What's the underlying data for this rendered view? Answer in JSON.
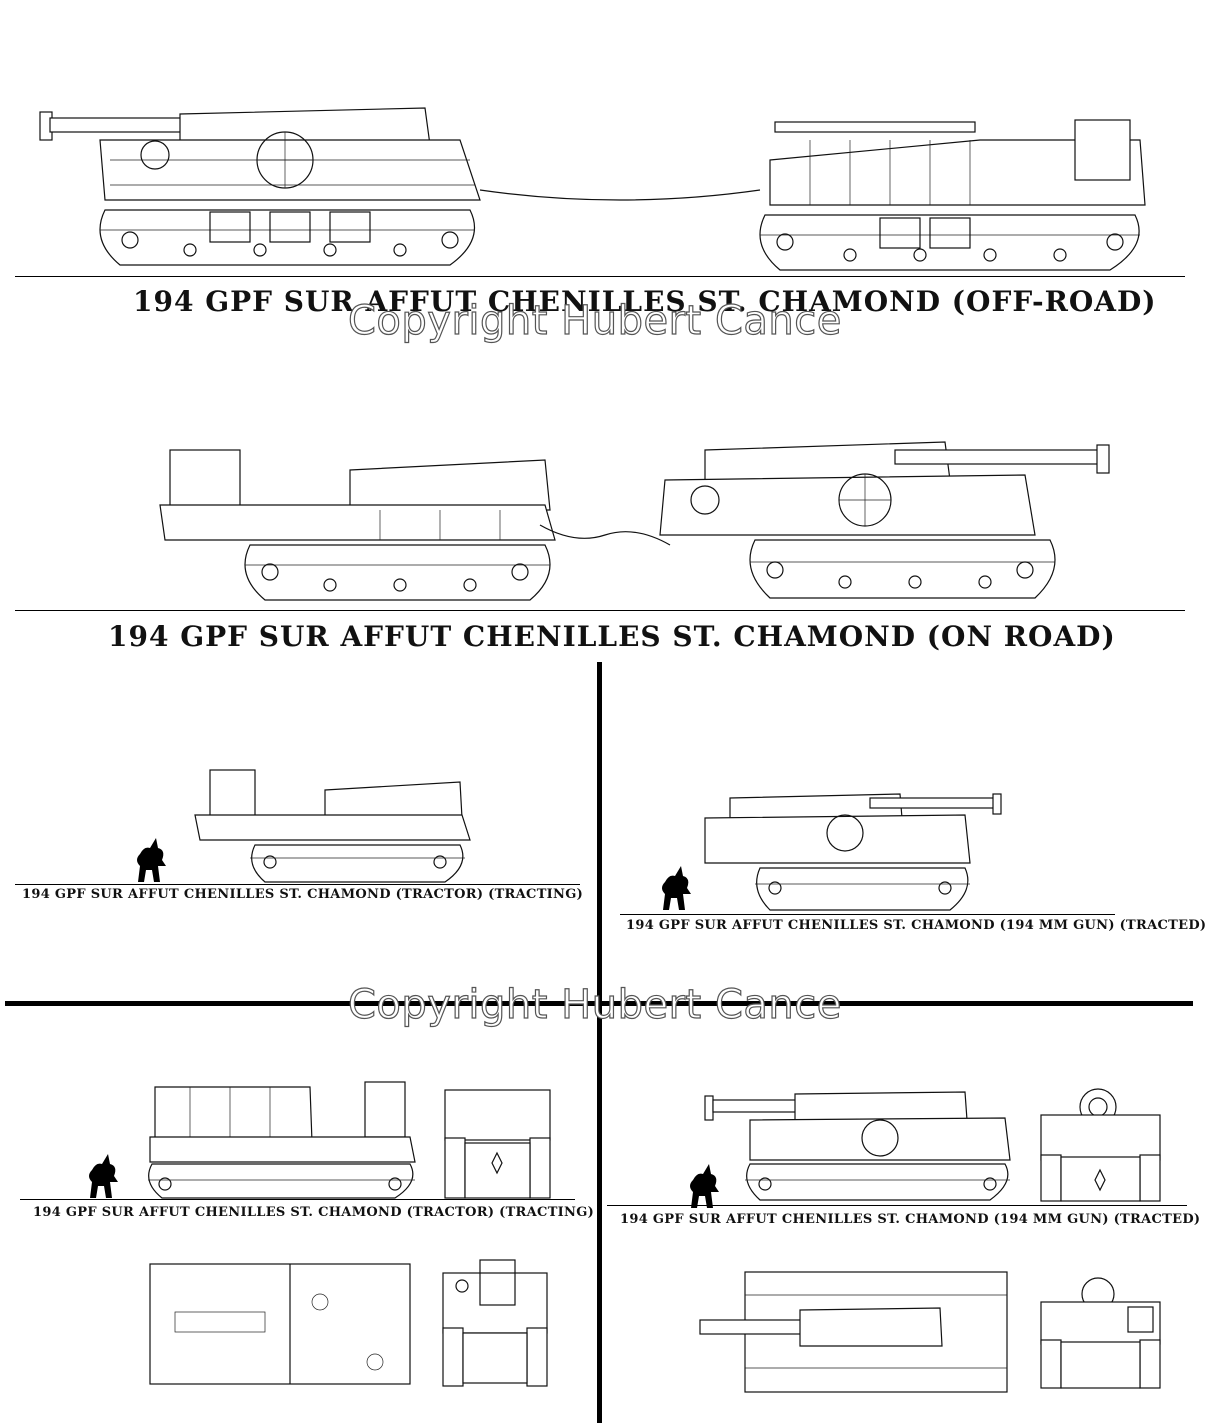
{
  "watermark": "Copyright Hubert Cance",
  "captions": {
    "offroad": "194 GPF SUR AFFUT CHENILLES ST. CHAMOND  (OFF-ROAD)",
    "onroad": "194 GPF SUR AFFUT CHENILLES ST. CHAMOND  (ON ROAD)",
    "tractor_a": "194 GPF SUR AFFUT CHENILLES ST. CHAMOND  (TRACTOR)  (TRACTING)",
    "gun_a": "194 GPF SUR AFFUT CHENILLES ST. CHAMOND  (194 MM GUN)  (TRACTED)",
    "tractor_b": "194 GPF SUR AFFUT CHENILLES ST. CHAMOND   (TRACTOR)  (TRACTING)",
    "gun_b": "194 GPF SUR AFFUT CHENILLES ST. CHAMOND  (194 MM GUN)  (TRACTED)"
  },
  "icons": {
    "logo": "rearing-horse-logo-icon",
    "drawing": "vehicle-line-drawing"
  }
}
